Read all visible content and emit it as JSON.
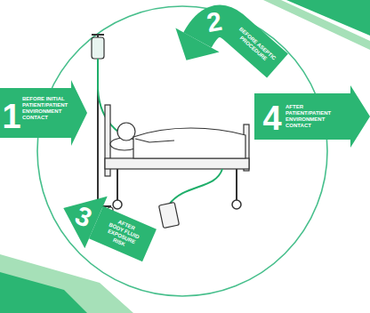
{
  "diagram": {
    "nodes": [
      {
        "text": [
          "1",
          "BEFORE INITIAL PATIENT/PATIENT ENVIRONMENT CONTACT"
        ]
      },
      {
        "text": [
          "2",
          "BEFORE ASEPTIC PROCEDURE"
        ]
      },
      {
        "text": [
          "3",
          "AFTER BODY FLUID EXPOSURE RISK"
        ]
      },
      {
        "text": [
          "4",
          "AFTER PATIENT/PATIENT ENVIRONMENT CONTACT"
        ]
      }
    ]
  }
}
